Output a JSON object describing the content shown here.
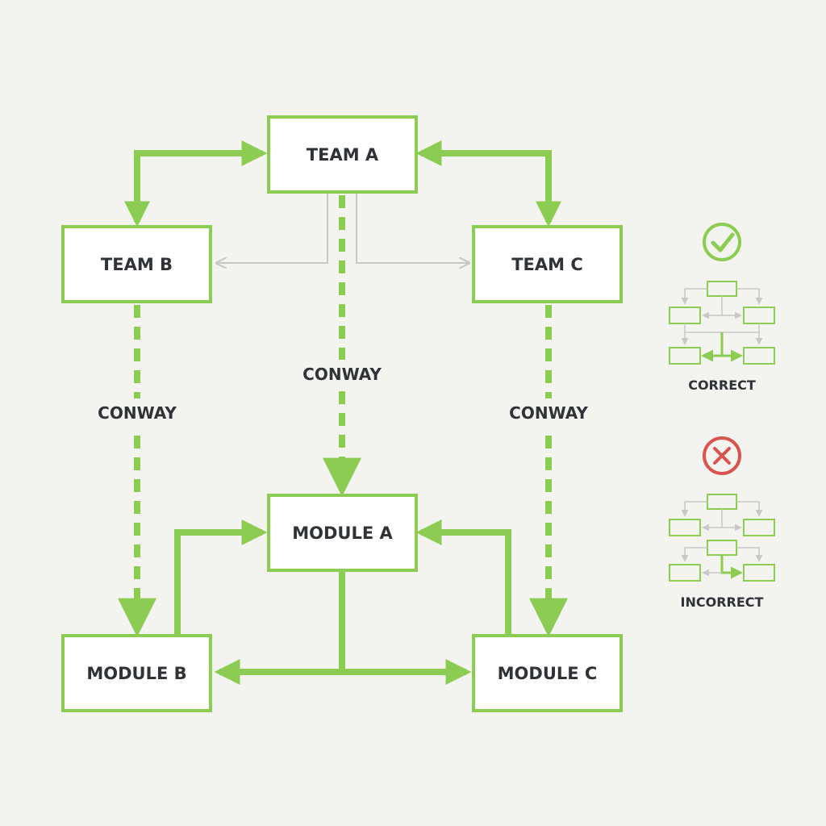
{
  "colors": {
    "accent": "#8dcc52",
    "gray": "#c8c8c8",
    "text": "#2f3237",
    "bad": "#d9534f",
    "background": "#f3f3ef"
  },
  "nodes": {
    "team_a": "TEAM A",
    "team_b": "TEAM B",
    "team_c": "TEAM C",
    "module_a": "MODULE A",
    "module_b": "MODULE B",
    "module_c": "MODULE C"
  },
  "edge_labels": {
    "left": "CONWAY",
    "center": "CONWAY",
    "right": "CONWAY"
  },
  "legend": {
    "correct": {
      "label": "CORRECT",
      "icon": "check-circle-icon"
    },
    "incorrect": {
      "label": "INCORRECT",
      "icon": "x-circle-icon"
    }
  }
}
